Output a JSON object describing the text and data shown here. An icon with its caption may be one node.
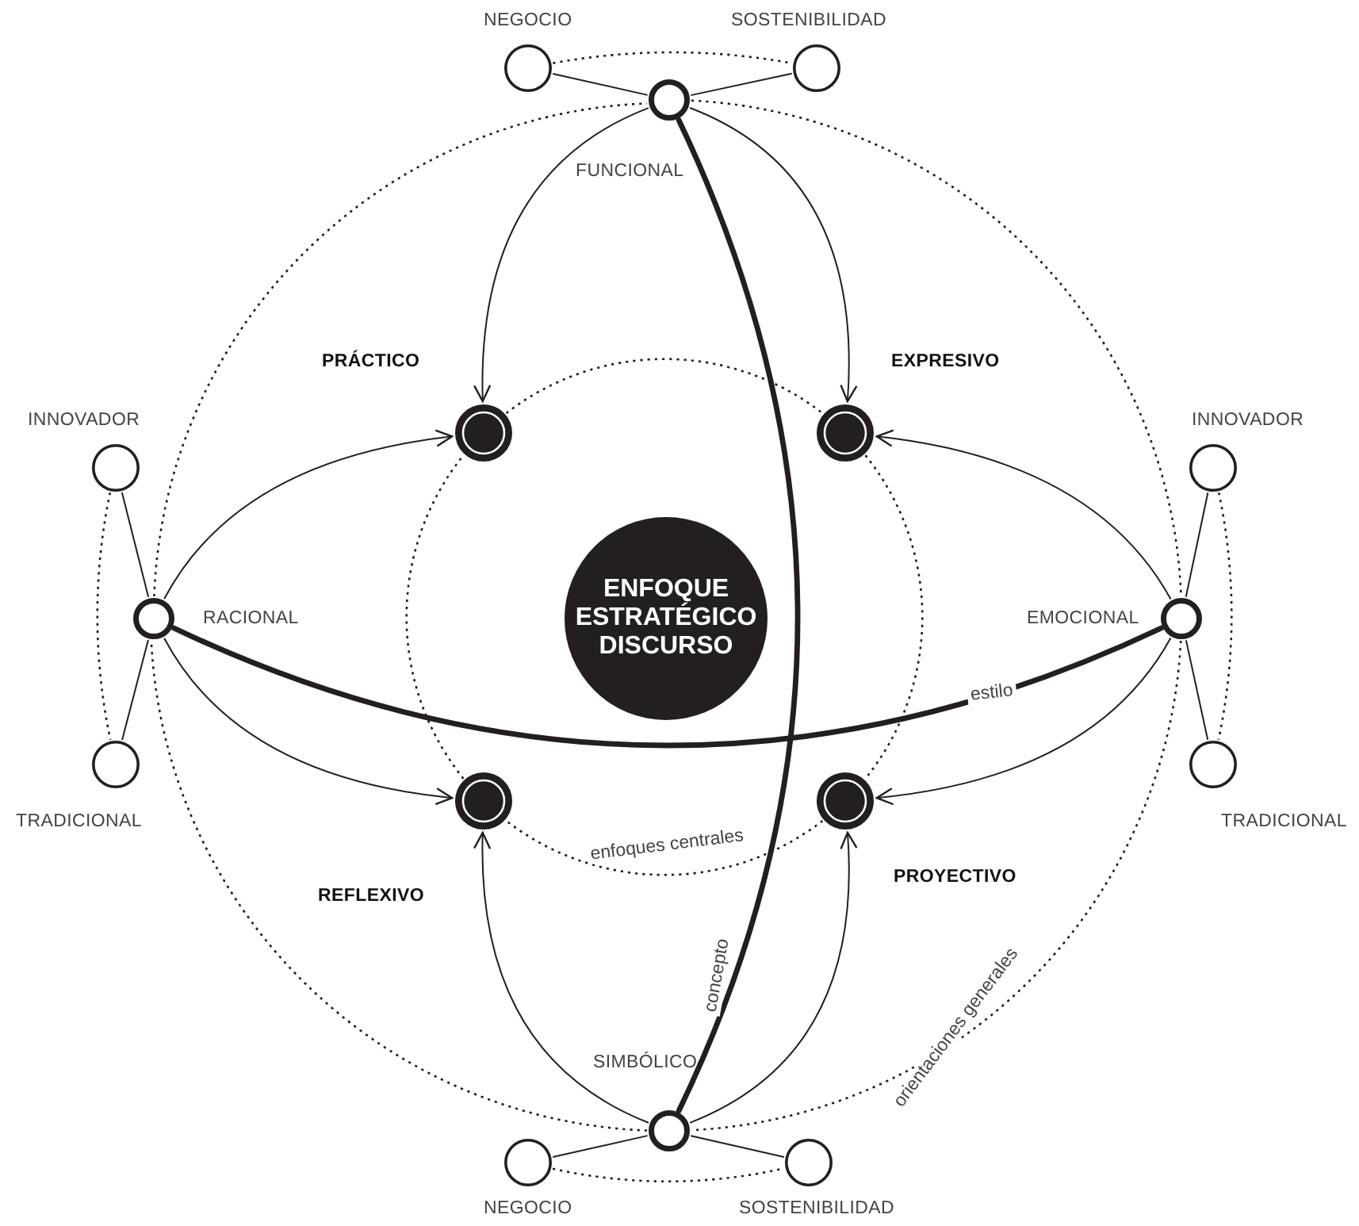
{
  "diagram": {
    "nodes": [
      {
        "text": [
          "FUNCIONAL"
        ]
      },
      {
        "text": [
          "NEGOCIO"
        ]
      },
      {
        "text": [
          "SOSTENIBILIDAD"
        ]
      },
      {
        "text": [
          "RACIONAL"
        ]
      },
      {
        "text": [
          "INNOVADOR"
        ]
      },
      {
        "text": [
          "TRADICIONAL"
        ]
      },
      {
        "text": [
          "EMOCIONAL"
        ]
      },
      {
        "text": [
          "INNOVADOR"
        ]
      },
      {
        "text": [
          "TRADICIONAL"
        ]
      },
      {
        "text": [
          "SIMBÓLICO"
        ]
      },
      {
        "text": [
          "NEGOCIO"
        ]
      },
      {
        "text": [
          "SOSTENIBILIDAD"
        ]
      },
      {
        "text": [
          "PRÁCTICO"
        ]
      },
      {
        "text": [
          "EXPRESIVO"
        ]
      },
      {
        "text": [
          "REFLEXIVO"
        ]
      },
      {
        "text": [
          "PROYECTIVO"
        ]
      },
      {
        "text": [
          "ENFOQUE ESTRATÉGICO DISCURSO"
        ]
      }
    ],
    "edges": [
      {
        "from": 0,
        "to": 1,
        "arrow": "none"
      },
      {
        "from": 0,
        "to": 2,
        "arrow": "none"
      },
      {
        "from": 1,
        "to": 2,
        "arrow": "none",
        "style": "dashed"
      },
      {
        "from": 3,
        "to": 4,
        "arrow": "none"
      },
      {
        "from": 3,
        "to": 5,
        "arrow": "none"
      },
      {
        "from": 4,
        "to": 5,
        "arrow": "none",
        "style": "dashed"
      },
      {
        "from": 6,
        "to": 7,
        "arrow": "none"
      },
      {
        "from": 6,
        "to": 8,
        "arrow": "none"
      },
      {
        "from": 7,
        "to": 8,
        "arrow": "none",
        "style": "dashed"
      },
      {
        "from": 9,
        "to": 10,
        "arrow": "none"
      },
      {
        "from": 9,
        "to": 11,
        "arrow": "none"
      },
      {
        "from": 10,
        "to": 11,
        "arrow": "none",
        "style": "dashed"
      },
      {
        "from": 0,
        "to": 12,
        "arrow": "to"
      },
      {
        "from": 0,
        "to": 13,
        "arrow": "to"
      },
      {
        "from": 3,
        "to": 12,
        "arrow": "to"
      },
      {
        "from": 3,
        "to": 14,
        "arrow": "to"
      },
      {
        "from": 6,
        "to": 13,
        "arrow": "to"
      },
      {
        "from": 6,
        "to": 15,
        "arrow": "to"
      },
      {
        "from": 9,
        "to": 14,
        "arrow": "to"
      },
      {
        "from": 9,
        "to": 15,
        "arrow": "to"
      },
      {
        "from": 0,
        "to": 9,
        "arrow": "none",
        "style": "thick",
        "label": "concepto"
      },
      {
        "from": 3,
        "to": 6,
        "arrow": "none",
        "style": "thick",
        "label": "estilo"
      },
      {
        "from": 0,
        "to": 6,
        "arrow": "none",
        "style": "dashed"
      },
      {
        "from": 6,
        "to": 9,
        "arrow": "none",
        "style": "dashed",
        "label": "orientaciones generales"
      },
      {
        "from": 9,
        "to": 3,
        "arrow": "none",
        "style": "dashed"
      },
      {
        "from": 3,
        "to": 0,
        "arrow": "none",
        "style": "dashed"
      },
      {
        "from": 12,
        "to": 13,
        "arrow": "none",
        "style": "dashed"
      },
      {
        "from": 13,
        "to": 15,
        "arrow": "none",
        "style": "dashed"
      },
      {
        "from": 15,
        "to": 14,
        "arrow": "none",
        "style": "dashed",
        "label": "enfoques centrales"
      },
      {
        "from": 14,
        "to": 12,
        "arrow": "none",
        "style": "dashed"
      }
    ]
  }
}
